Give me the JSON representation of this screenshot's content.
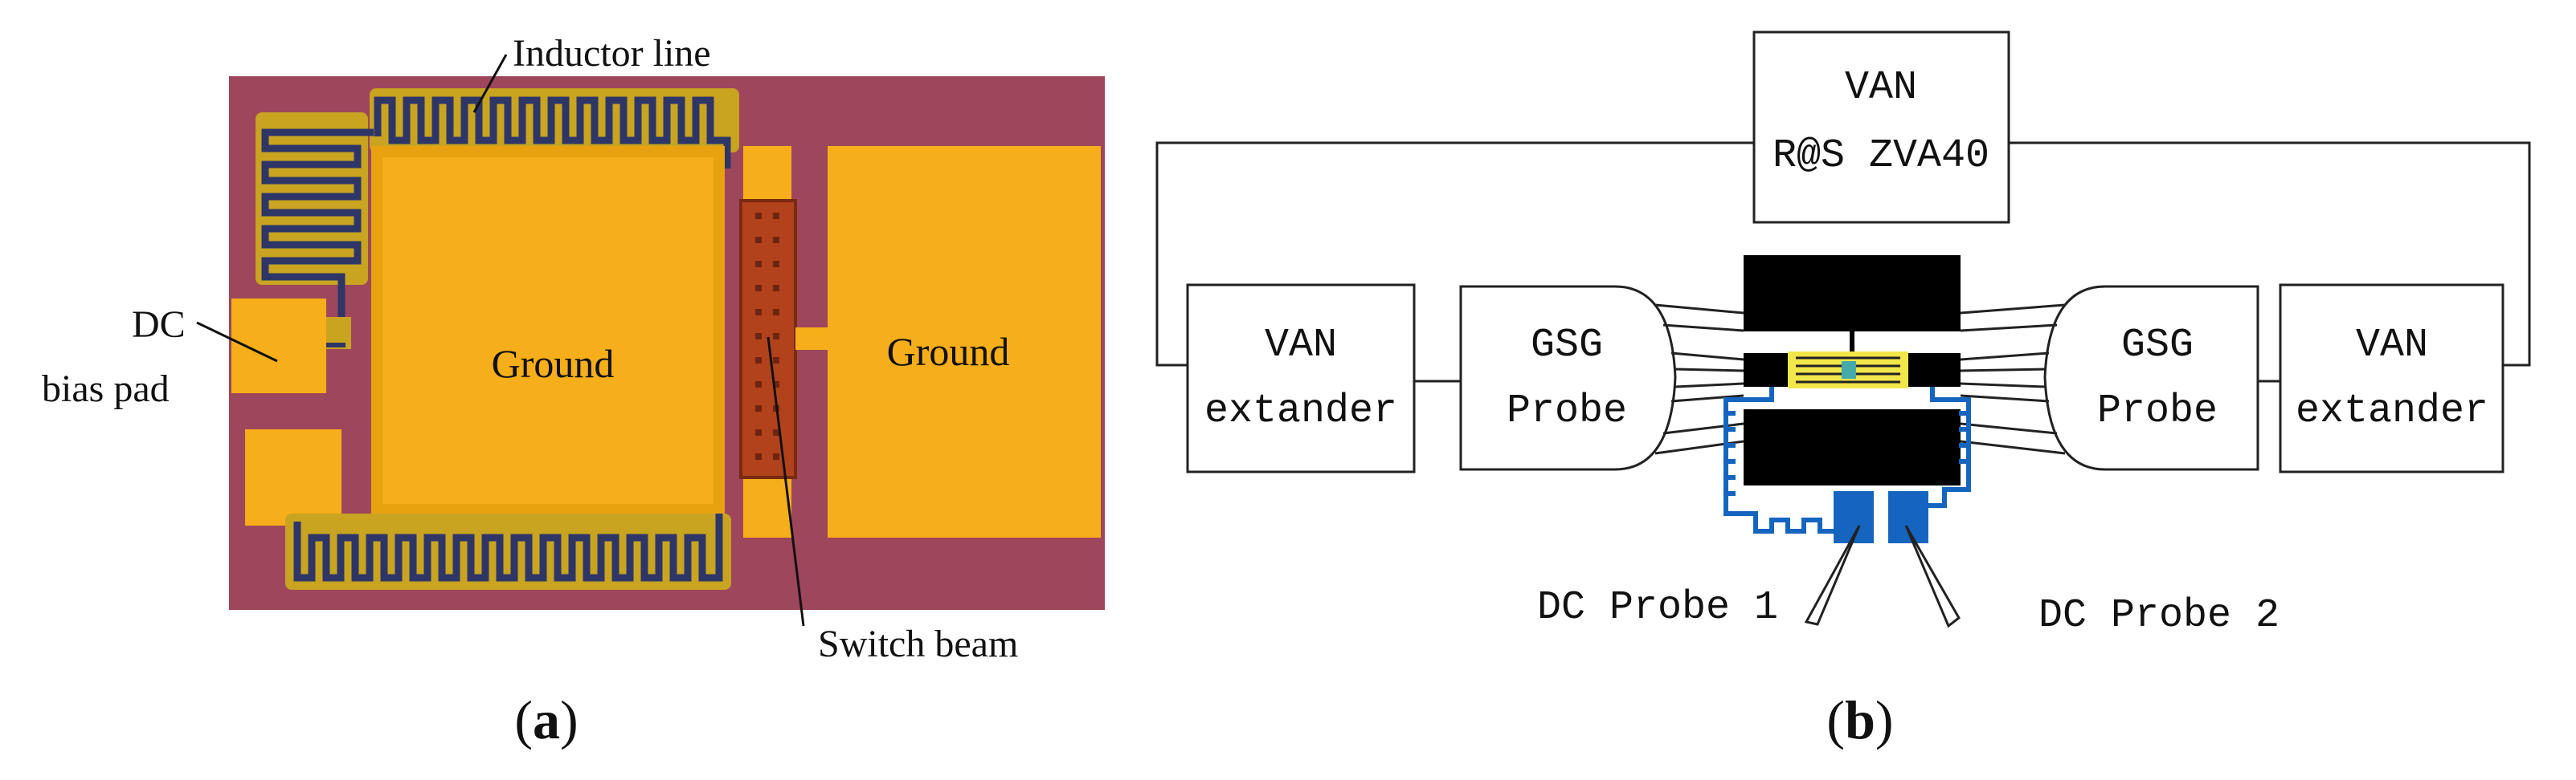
{
  "panel_a": {
    "caption_open": "(",
    "caption_letter": "a",
    "caption_close": ")",
    "labels": {
      "inductor_line": "Inductor line",
      "dc_line1": "DC",
      "dc_line2": "bias pad",
      "ground_left": "Ground",
      "ground_right": "Ground",
      "switch_beam": "Switch beam"
    },
    "colors": {
      "substrate": "#a54a5e",
      "gold": "#f6ae1a",
      "meander": "#2e3668",
      "beam": "#b2421c"
    }
  },
  "panel_b": {
    "caption_open": "(",
    "caption_letter": "b",
    "caption_close": ")",
    "van_line1": "VAN",
    "van_line2": "R@S ZVA40",
    "left_extender_line1": "VAN",
    "left_extender_line2": "extander",
    "left_probe_line1": "GSG",
    "left_probe_line2": "Probe",
    "right_probe_line1": "GSG",
    "right_probe_line2": "Probe",
    "right_extender_line1": "VAN",
    "right_extender_line2": "extander",
    "dc_probe_1": "DC Probe 1",
    "dc_probe_2": "DC Probe 2",
    "colors": {
      "dut": "#000000",
      "chip": "#f1e64a",
      "bias": "#1565c0"
    }
  }
}
